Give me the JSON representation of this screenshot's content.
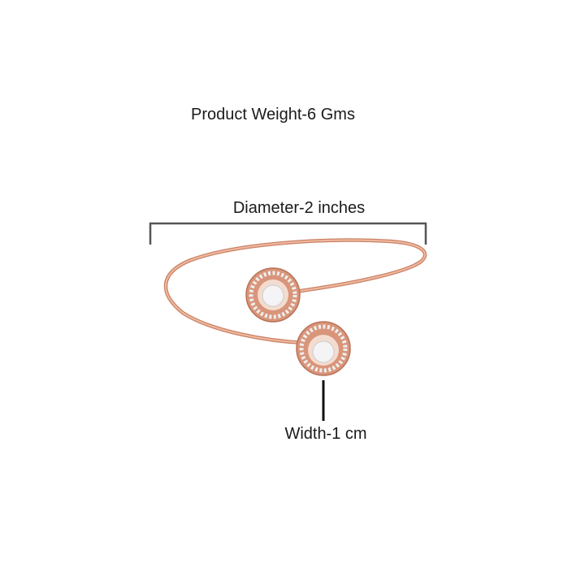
{
  "product": {
    "weight_label": "Product Weight-6 Gms",
    "diameter_label": "Diameter-2 inches",
    "width_label": "Width-1 cm"
  },
  "colors": {
    "metal": "#e7a58a",
    "metal_dark": "#c98266",
    "line": "#4a4a4a"
  }
}
